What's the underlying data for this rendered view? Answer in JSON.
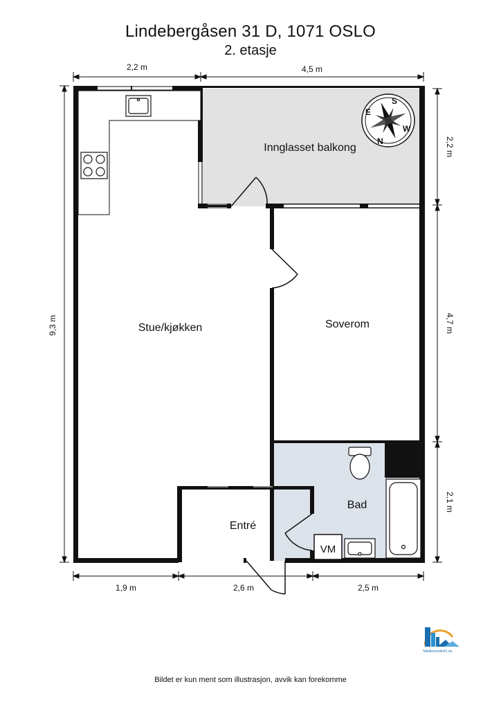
{
  "header": {
    "address": "Lindebergåsen 31 D, 1071 OSLO",
    "floor": "2. etasje"
  },
  "rooms": {
    "balcony": "Innglasset balkong",
    "living": "Stue/kjøkken",
    "bedroom": "Soverom",
    "bath": "Bad",
    "entry": "Entré",
    "vm": "VM"
  },
  "dimensions": {
    "top_left": "2,2 m",
    "top_right": "4,5 m",
    "left": "9,3 m",
    "right_balcony": "2,2 m",
    "right_bedroom": "4,7 m",
    "right_bath": "2,1 m",
    "bottom_left": "1,9 m",
    "bottom_mid": "2,6 m",
    "bottom_right": "2,5 m"
  },
  "compass": {
    "n": "N",
    "s": "S",
    "e": "E",
    "w": "W"
  },
  "logo": {
    "text": "Takstkonsulent1.no"
  },
  "footer": {
    "disclaimer": "Bildet er kun ment som illustrasjon, avvik kan forekomme"
  },
  "colors": {
    "wall": "#111111",
    "balcony_fill": "#e2e2e2",
    "bath_fill": "#dde3eb",
    "shaft_fill": "#111111",
    "logo_blue": "#1a6fb0",
    "logo_orange": "#f0a030"
  }
}
